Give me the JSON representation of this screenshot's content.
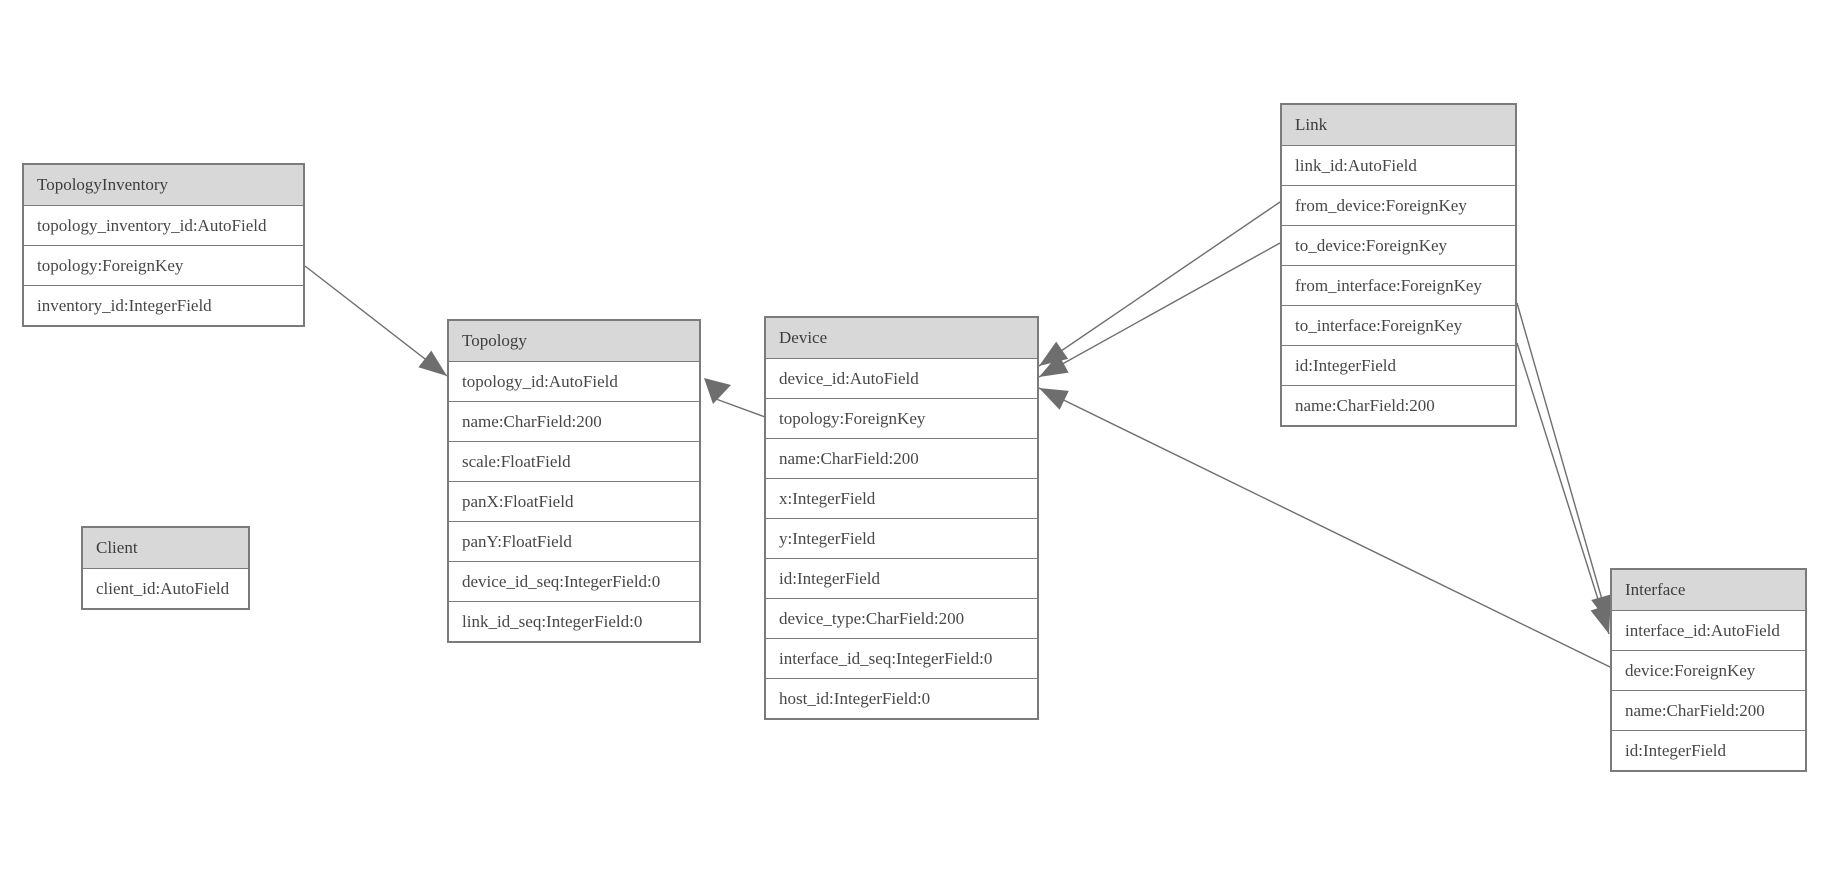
{
  "diagram": {
    "type": "entity-relationship-model",
    "background_color": "#ffffff",
    "border_color": "#7b7b7b",
    "header_fill_color": "#d8d8d8",
    "edge_color": "#6e6e6e",
    "text_color": "#474747",
    "entities": [
      {
        "name": "TopologyInventory",
        "fields": [
          "topology_inventory_id:AutoField",
          "topology:ForeignKey",
          "inventory_id:IntegerField"
        ]
      },
      {
        "name": "Topology",
        "fields": [
          "topology_id:AutoField",
          "name:CharField:200",
          "scale:FloatField",
          "panX:FloatField",
          "panY:FloatField",
          "device_id_seq:IntegerField:0",
          "link_id_seq:IntegerField:0"
        ]
      },
      {
        "name": "Client",
        "fields": [
          "client_id:AutoField"
        ]
      },
      {
        "name": "Device",
        "fields": [
          "device_id:AutoField",
          "topology:ForeignKey",
          "name:CharField:200",
          "x:IntegerField",
          "y:IntegerField",
          "id:IntegerField",
          "device_type:CharField:200",
          "interface_id_seq:IntegerField:0",
          "host_id:IntegerField:0"
        ]
      },
      {
        "name": "Link",
        "fields": [
          "link_id:AutoField",
          "from_device:ForeignKey",
          "to_device:ForeignKey",
          "from_interface:ForeignKey",
          "to_interface:ForeignKey",
          "id:IntegerField",
          "name:CharField:200"
        ]
      },
      {
        "name": "Interface",
        "fields": [
          "interface_id:AutoField",
          "device:ForeignKey",
          "name:CharField:200",
          "id:IntegerField"
        ]
      }
    ],
    "relationships": [
      {
        "from": "TopologyInventory.topology",
        "to": "Topology",
        "arrow_at": "to"
      },
      {
        "from": "Device.topology",
        "to": "Topology",
        "arrow_at": "to"
      },
      {
        "from": "Link.from_device",
        "to": "Device",
        "arrow_at": "to"
      },
      {
        "from": "Link.to_device",
        "to": "Device",
        "arrow_at": "to"
      },
      {
        "from": "Link.from_interface",
        "to": "Interface",
        "arrow_at": "to"
      },
      {
        "from": "Link.to_interface",
        "to": "Interface",
        "arrow_at": "to"
      },
      {
        "from": "Interface.device",
        "to": "Device",
        "arrow_at": "to"
      }
    ]
  }
}
